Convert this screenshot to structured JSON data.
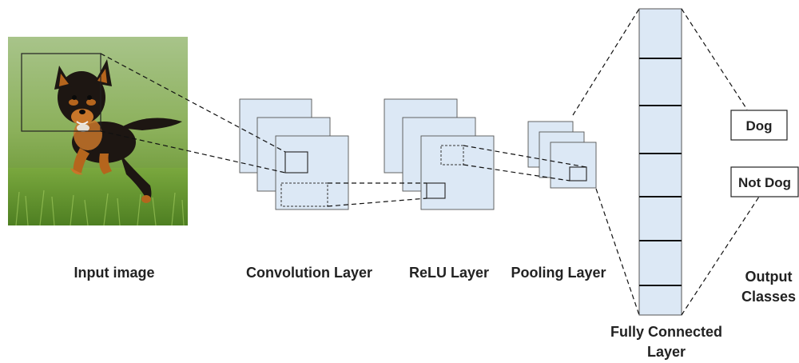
{
  "labels": {
    "input": "Input image",
    "conv": "Convolution Layer",
    "relu": "ReLU Layer",
    "pool": "Pooling Layer",
    "fc_line1": "Fully Connected",
    "fc_line2": "Layer",
    "out_line1": "Output",
    "out_line2": "Classes"
  },
  "outputs": {
    "dog": "Dog",
    "not_dog": "Not Dog"
  },
  "colors": {
    "layer_fill": "#dce8f5",
    "layer_stroke": "#555555",
    "line": "#111111"
  },
  "input_image": {
    "subject": "dog-photo"
  }
}
